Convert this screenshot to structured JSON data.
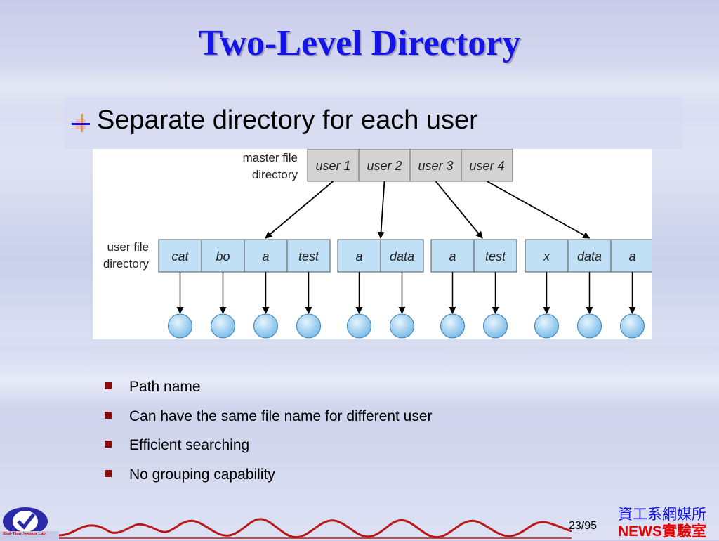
{
  "title": "Two-Level Directory",
  "main_bullet": "Separate directory for each user",
  "diagram": {
    "master_label": [
      "master file",
      "directory"
    ],
    "user_label": [
      "user file",
      "directory"
    ],
    "users": [
      "user 1",
      "user 2",
      "user 3",
      "user 4"
    ],
    "groups": [
      [
        "cat",
        "bo",
        "a",
        "test"
      ],
      [
        "a",
        "data"
      ],
      [
        "a",
        "test"
      ],
      [
        "x",
        "data",
        "a"
      ]
    ],
    "colors": {
      "master_cell": "#d3d3d3",
      "user_cell": "#bfe0f5",
      "file_node": "#8cc8f0"
    }
  },
  "bullets": [
    "Path name",
    "Can have the same file name for different user",
    "Efficient searching",
    "No grouping capability"
  ],
  "footer": {
    "page": "23",
    "total": "/95",
    "dept": "資工系網媒所",
    "news": "NEWS",
    "lab": "實驗室",
    "logo_text": "Real-Time Systems Lab"
  }
}
